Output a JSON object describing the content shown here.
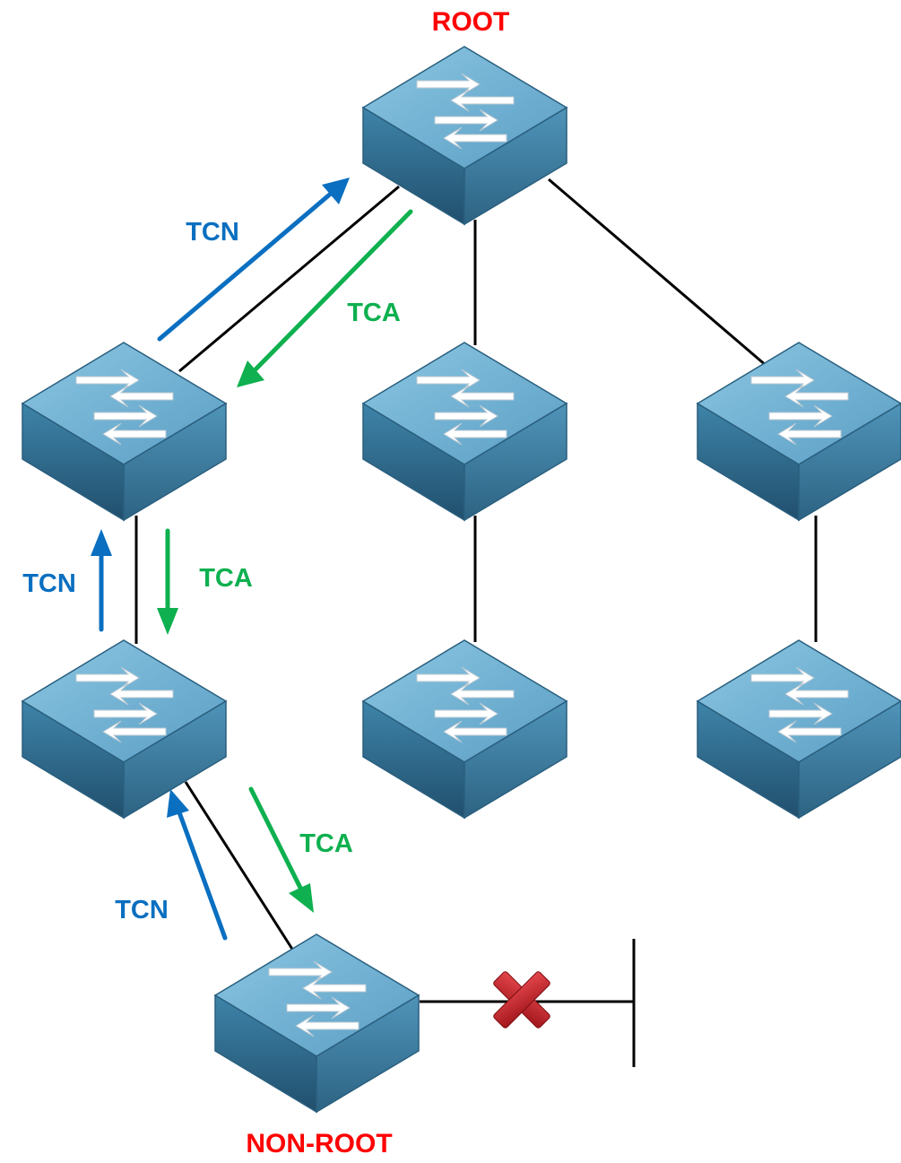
{
  "labels": {
    "root": "ROOT",
    "non_root": "NON-ROOT",
    "tcn": "TCN",
    "tca": "TCA"
  },
  "colors": {
    "root_label": "#ff0000",
    "tcn": "#0a6fc0",
    "tca": "#0eb04f",
    "link": "#000000",
    "switch_top": "#6fb0d3",
    "switch_left": "#2f6f92",
    "switch_right": "#3d82a6",
    "failure_x": "#c0272d"
  },
  "icons": {
    "switch": "switch-icon",
    "failure": "x-mark-icon"
  }
}
